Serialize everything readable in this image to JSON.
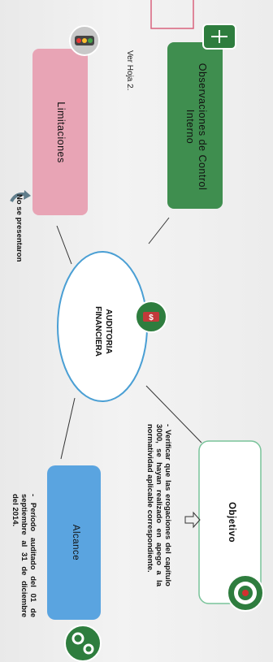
{
  "center": {
    "label": "AUDITORIA FINANCIERA"
  },
  "nodes": {
    "observaciones": {
      "label": "Observaciones de Control Interno",
      "note": "Ver Hoja 2."
    },
    "limitaciones": {
      "label": "Limitaciones",
      "note": "No se presentaron"
    },
    "objetivo": {
      "label": "Objetivo",
      "note": "- Verificar que las erogaciones del capítulo 3000, se hayan realizado en apego a la normatividad aplicable correspondiente."
    },
    "alcance": {
      "label": "Alcance",
      "note": "- Período auditado del 01 de septiembre al 31 de diciembre del 2014."
    }
  },
  "icons": {
    "center": "money-hand-icon",
    "observaciones": "pointing-hand-icon",
    "limitaciones": "traffic-light-icon",
    "limitaciones_note": "curved-arrow-icon",
    "objetivo": "target-icon",
    "objetivo_note": "arrow-icon",
    "alcance": "gears-icon"
  },
  "colors": {
    "observaciones": "#3f8e4f",
    "limitaciones": "#e8a4b5",
    "objetivo": "#ffffff",
    "alcance": "#5aa4e0",
    "center_border": "#4a9fd4",
    "icon_green": "#2e7d3e"
  }
}
